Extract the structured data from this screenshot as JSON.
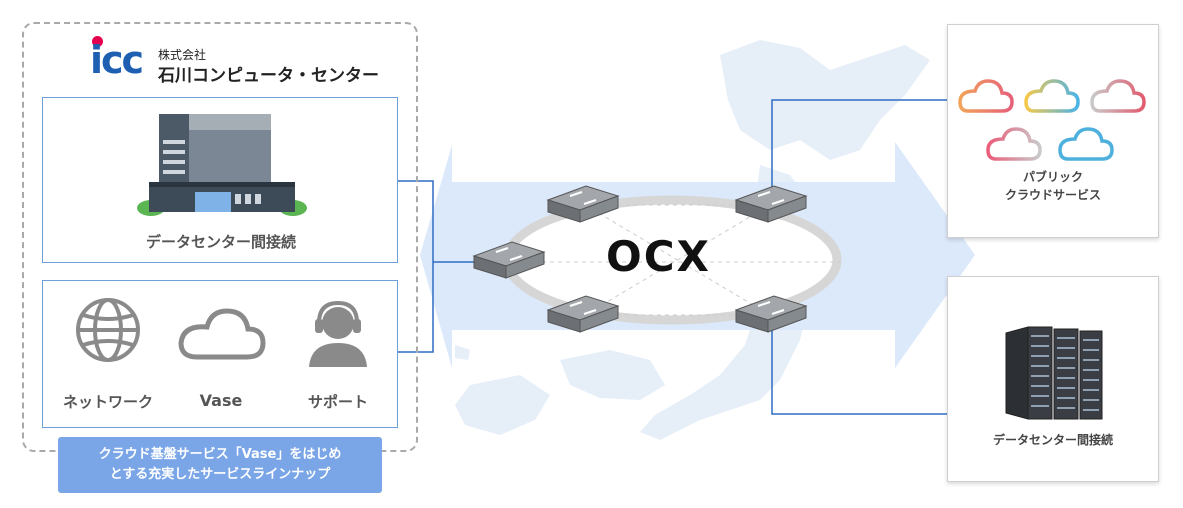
{
  "logo": {
    "mark": "icc",
    "company_type": "株式会社",
    "company_name": "石川コンピュータ・センター"
  },
  "left": {
    "datacenter_label": "データセンター間接続",
    "services": [
      {
        "label": "ネットワーク",
        "icon": "globe-icon"
      },
      {
        "label": "Vase",
        "icon": "cloud-icon"
      },
      {
        "label": "サポート",
        "icon": "support-headset-icon"
      }
    ],
    "banner_line1": "クラウド基盤サービス「Vase」をはじめ",
    "banner_line2": "とする充実したサービスラインナップ"
  },
  "center": {
    "brand": "OCX",
    "switch_icon": "network-switch-icon"
  },
  "right": {
    "public_cloud_line1": "パブリック",
    "public_cloud_line2": "クラウドサービス",
    "datacenter_label": "データセンター間接続"
  },
  "colors": {
    "border_blue": "#6f9fd8",
    "banner_blue": "#7aa6e8",
    "arrow_blue": "#dce9fb",
    "logo_blue": "#1f5fb2",
    "logo_red": "#e4004f"
  }
}
